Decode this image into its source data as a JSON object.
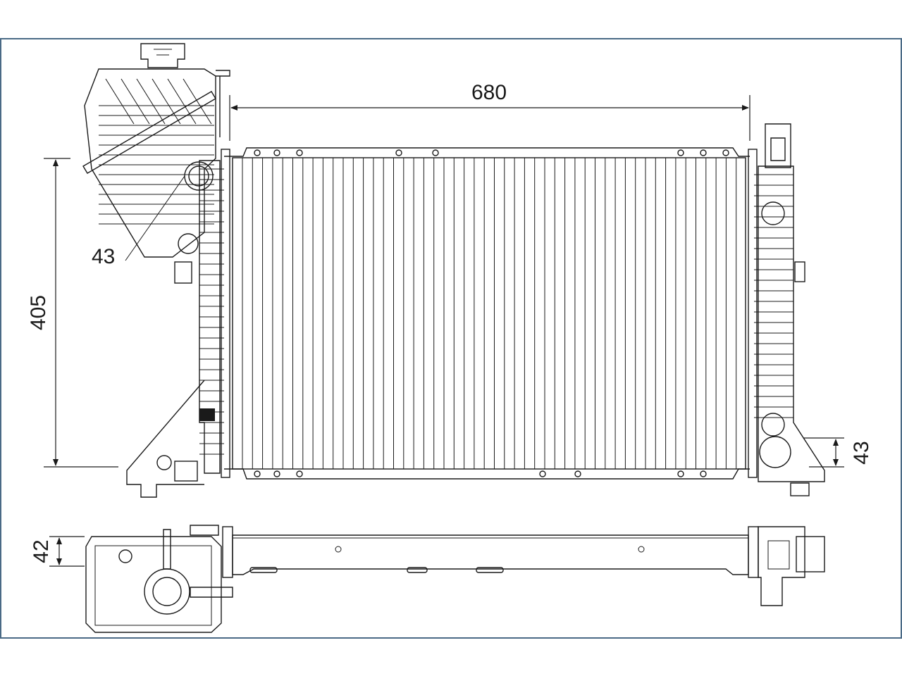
{
  "dimensions": {
    "width_label": "680",
    "height_label": "405",
    "inlet_label": "43",
    "outlet_label": "43",
    "depth_label": "42"
  },
  "colors": {
    "frame": "#4a6a86",
    "line": "#1a1a1a",
    "background": "#ffffff"
  }
}
